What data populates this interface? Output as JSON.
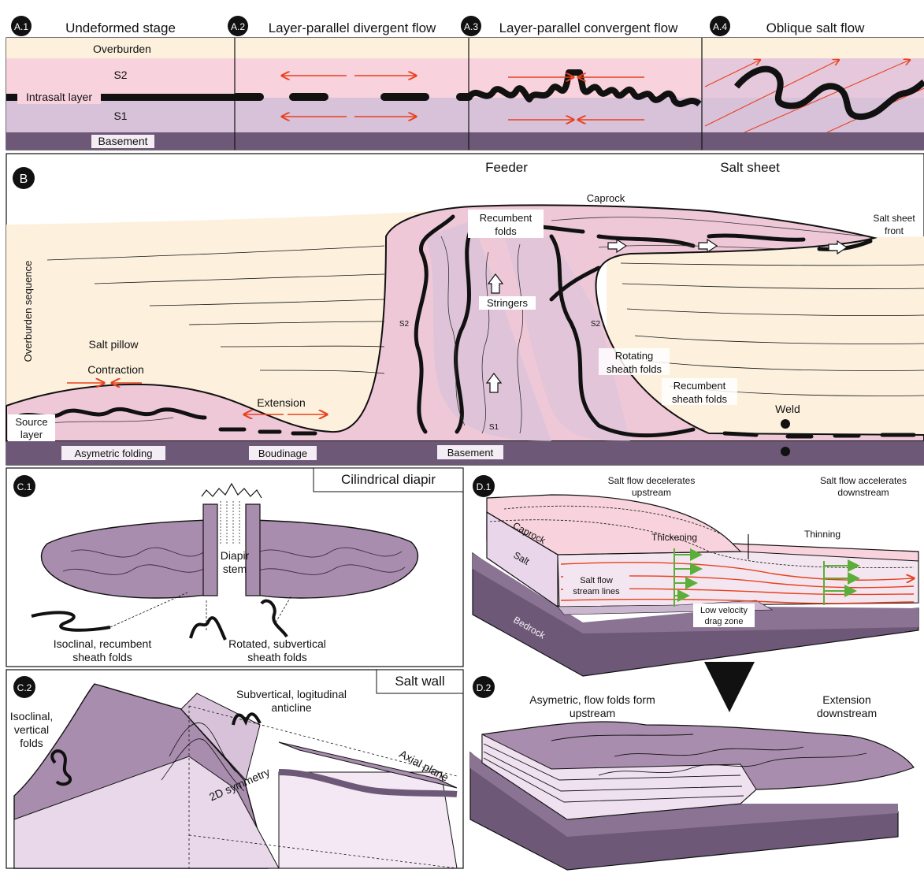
{
  "colors": {
    "overburden": "#fdf1de",
    "salt_pink": "#f8d2dc",
    "salt_mauve": "#d8c2da",
    "basement": "#6e5878",
    "block_purple": "#a98dae",
    "arrow_red": "#e8401c",
    "arrow_green": "#5cae3a",
    "black": "#111111"
  },
  "panel_a": {
    "a1": {
      "badge": "A.1",
      "title": "Undeformed stage",
      "overburden": "Overburden",
      "s2": "S2",
      "intrasalt": "Intrasalt layer",
      "s1": "S1",
      "basement": "Basement"
    },
    "a2": {
      "badge": "A.2",
      "title": "Layer-parallel divergent flow"
    },
    "a3": {
      "badge": "A.3",
      "title": "Layer-parallel convergent flow"
    },
    "a4": {
      "badge": "A.4",
      "title": "Oblique salt flow"
    }
  },
  "panel_b": {
    "badge": "B",
    "feeder": "Feeder",
    "salt_sheet": "Salt sheet",
    "caprock": "Caprock",
    "recumbent_folds_1": "Recumbent",
    "recumbent_folds_2": "folds",
    "salt_sheet_front_1": "Salt sheet",
    "salt_sheet_front_2": "front",
    "overburden_sequence": "Overburden sequence",
    "stringers": "Stringers",
    "s2_left": "S2",
    "s2_right": "S2",
    "s1": "S1",
    "salt_pillow": "Salt pillow",
    "contraction": "Contraction",
    "extension": "Extension",
    "rotating_1": "Rotating",
    "rotating_2": "sheath folds",
    "recumbent_sheath_1": "Recumbent",
    "recumbent_sheath_2": "sheath folds",
    "weld": "Weld",
    "source_1": "Source",
    "source_2": "layer",
    "asymetric_folding": "Asymetric folding",
    "boudinage": "Boudinage",
    "basement": "Basement"
  },
  "panel_c1": {
    "badge": "C.1",
    "title": "Cilindrical diapir",
    "diapir_1": "Diapir",
    "diapir_2": "stem",
    "isoclinal_1": "Isoclinal, recumbent",
    "isoclinal_2": "sheath folds",
    "rotated_1": "Rotated, subvertical",
    "rotated_2": "sheath folds"
  },
  "panel_c2": {
    "badge": "C.2",
    "title": "Salt wall",
    "isoclinal_1": "Isoclinal,",
    "isoclinal_2": "vertical",
    "isoclinal_3": "folds",
    "subvertical_1": "Subvertical, logitudinal",
    "subvertical_2": "anticline",
    "symmetry": "2D symmetry",
    "axial_plane": "Axial plane"
  },
  "panel_d1": {
    "badge": "D.1",
    "decel_1": "Salt flow decelerates",
    "decel_2": "upstream",
    "accel_1": "Salt flow accelerates",
    "accel_2": "downstream",
    "caprock": "Caprock",
    "salt": "Salt",
    "thickening": "Thickening",
    "thinning": "Thinning",
    "stream_1": "Salt flow",
    "stream_2": "stream lines",
    "low_1": "Low velocity",
    "low_2": "drag zone",
    "bedrock": "Bedrock"
  },
  "panel_d2": {
    "badge": "D.2",
    "asym_1": "Asymetric, flow folds form",
    "asym_2": "upstream",
    "ext_1": "Extension",
    "ext_2": "downstream"
  }
}
